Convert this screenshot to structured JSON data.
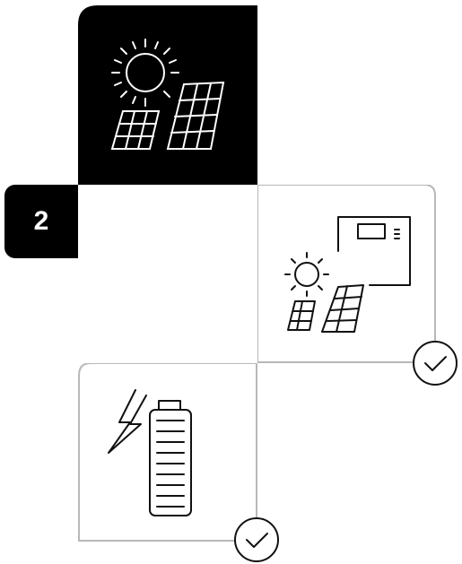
{
  "step": {
    "number": "2"
  },
  "tiles": [
    {
      "icon": "solar-panel-sun-icon",
      "style": "filled",
      "checked": false
    },
    {
      "icon": "solar-controller-icon",
      "style": "outline",
      "checked": true
    },
    {
      "icon": "battery-charge-icon",
      "style": "outline",
      "checked": true
    }
  ],
  "colors": {
    "fill": "#000000",
    "outline": "#b8b8b8",
    "line": "#111111"
  }
}
